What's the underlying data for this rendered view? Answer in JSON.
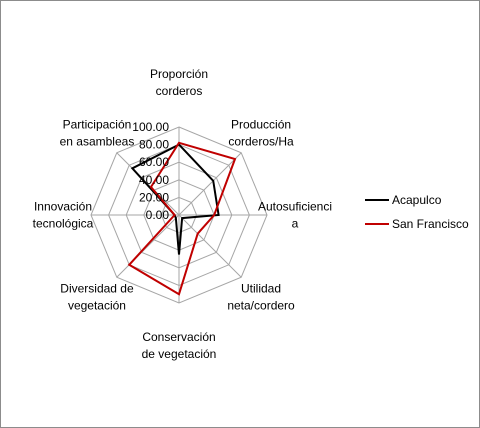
{
  "chart_data": {
    "type": "radar",
    "axes": [
      [
        "Proporción",
        "corderos"
      ],
      [
        "Producción",
        "corderos/Ha"
      ],
      [
        "Autosuficienci",
        "a"
      ],
      [
        "Utilidad",
        "neta/cordero"
      ],
      [
        "Conservación",
        "de vegetación"
      ],
      [
        "Diversidad de",
        "vegetación"
      ],
      [
        "Innovación",
        "tecnológica"
      ],
      [
        "Participación",
        "en asambleas"
      ]
    ],
    "ticks": [
      "0.00",
      "20.00",
      "40.00",
      "60.00",
      "80.00",
      "100.00"
    ],
    "rlim": [
      0,
      100
    ],
    "grid": true,
    "legend_position": "right",
    "series": [
      {
        "name": "Acapulco",
        "color": "#000000",
        "values": [
          80,
          55,
          45,
          5,
          45,
          5,
          5,
          75
        ]
      },
      {
        "name": "San Francisco",
        "color": "#c00000",
        "values": [
          82,
          90,
          40,
          30,
          90,
          80,
          5,
          45
        ]
      }
    ]
  }
}
